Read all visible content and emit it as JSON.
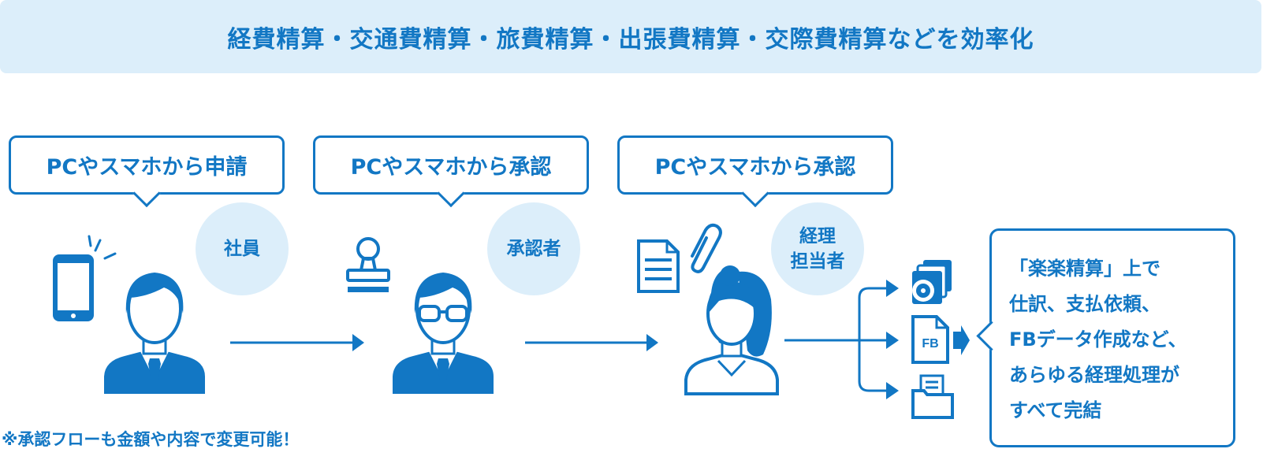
{
  "header": {
    "title": "経費精算・交通費精算・旅費精算・出張費精算・交際費精算などを効率化"
  },
  "steps": [
    {
      "action": "PCやスマホから申請",
      "role": [
        "社員"
      ]
    },
    {
      "action": "PCやスマホから承認",
      "role": [
        "承認者"
      ]
    },
    {
      "action": "PCやスマホから承認",
      "role": [
        "経理",
        "担当者"
      ]
    }
  ],
  "outputs": {
    "fb_label": "FB"
  },
  "result": {
    "lines": [
      "「楽楽精算」上で",
      "仕訳、支払依頼、",
      "FBデータ作成など、",
      "あらゆる経理処理が",
      "すべて完結"
    ]
  },
  "note": "※承認フローも金額や内容で変更可能！",
  "colors": {
    "primary": "#1277c4",
    "light": "#dceefa"
  }
}
